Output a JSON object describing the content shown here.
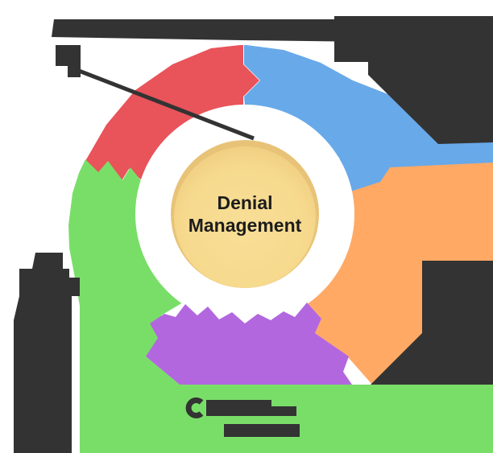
{
  "diagram": {
    "center": {
      "line1": "Denial",
      "line2": "Management"
    },
    "colors": {
      "red": "#E9535A",
      "blue": "#68A9E9",
      "orange": "#FFA965",
      "purple": "#B267DF",
      "green": "#79DE68",
      "dark": "#333333",
      "white": "#FFFFFF",
      "cream_rim": "#E8C377",
      "cream_fill": "#F6D98D",
      "text": "#1C1C1C",
      "background": "#FFFFFF"
    },
    "segments": [
      {
        "id": "top-left",
        "color": "#E9535A"
      },
      {
        "id": "top-right",
        "color": "#68A9E9"
      },
      {
        "id": "right",
        "color": "#FFA965"
      },
      {
        "id": "bottom",
        "color": "#B267DF"
      },
      {
        "id": "left",
        "color": "#79DE68"
      }
    ],
    "label_blobs": [
      {
        "id": "top-left-label"
      },
      {
        "id": "top-right-label"
      },
      {
        "id": "left-label"
      },
      {
        "id": "right-label"
      },
      {
        "id": "bottom-label"
      }
    ]
  }
}
